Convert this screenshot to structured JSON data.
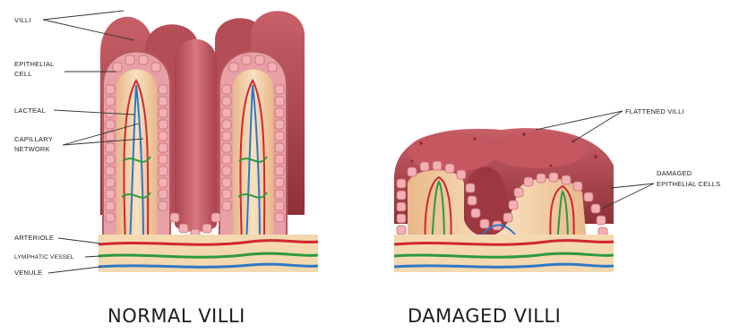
{
  "normal": {
    "caption": "NORMAL VILLI",
    "labels": {
      "villi": "VILLI",
      "epithelial_line1": "EPITHELIAL",
      "epithelial_line2": "CELL",
      "lacteal": "LACTEAL",
      "capillary_line1": "CAPILLARY",
      "capillary_line2": "NETWORK",
      "arteriole": "ARTERIOLE",
      "lymphatic": "LYMPHATIC VESSEL",
      "venule": "VENULE"
    }
  },
  "damaged": {
    "caption": "DAMAGED VILLI",
    "labels": {
      "flattened": "FLATTENED VILLI",
      "damaged_line1": "DAMAGED",
      "damaged_line2": "EPITHELIAL CELLS"
    }
  },
  "colors": {
    "villus_outer": "#b9525a",
    "villus_inner": "#e3949a",
    "cell": "#f0a9ae",
    "cell_stroke": "#c76a72",
    "tissue": "#f4d9b0",
    "arteriole": "#d2262e",
    "lymphatic": "#2e9a3c",
    "venule": "#2f78c6"
  }
}
